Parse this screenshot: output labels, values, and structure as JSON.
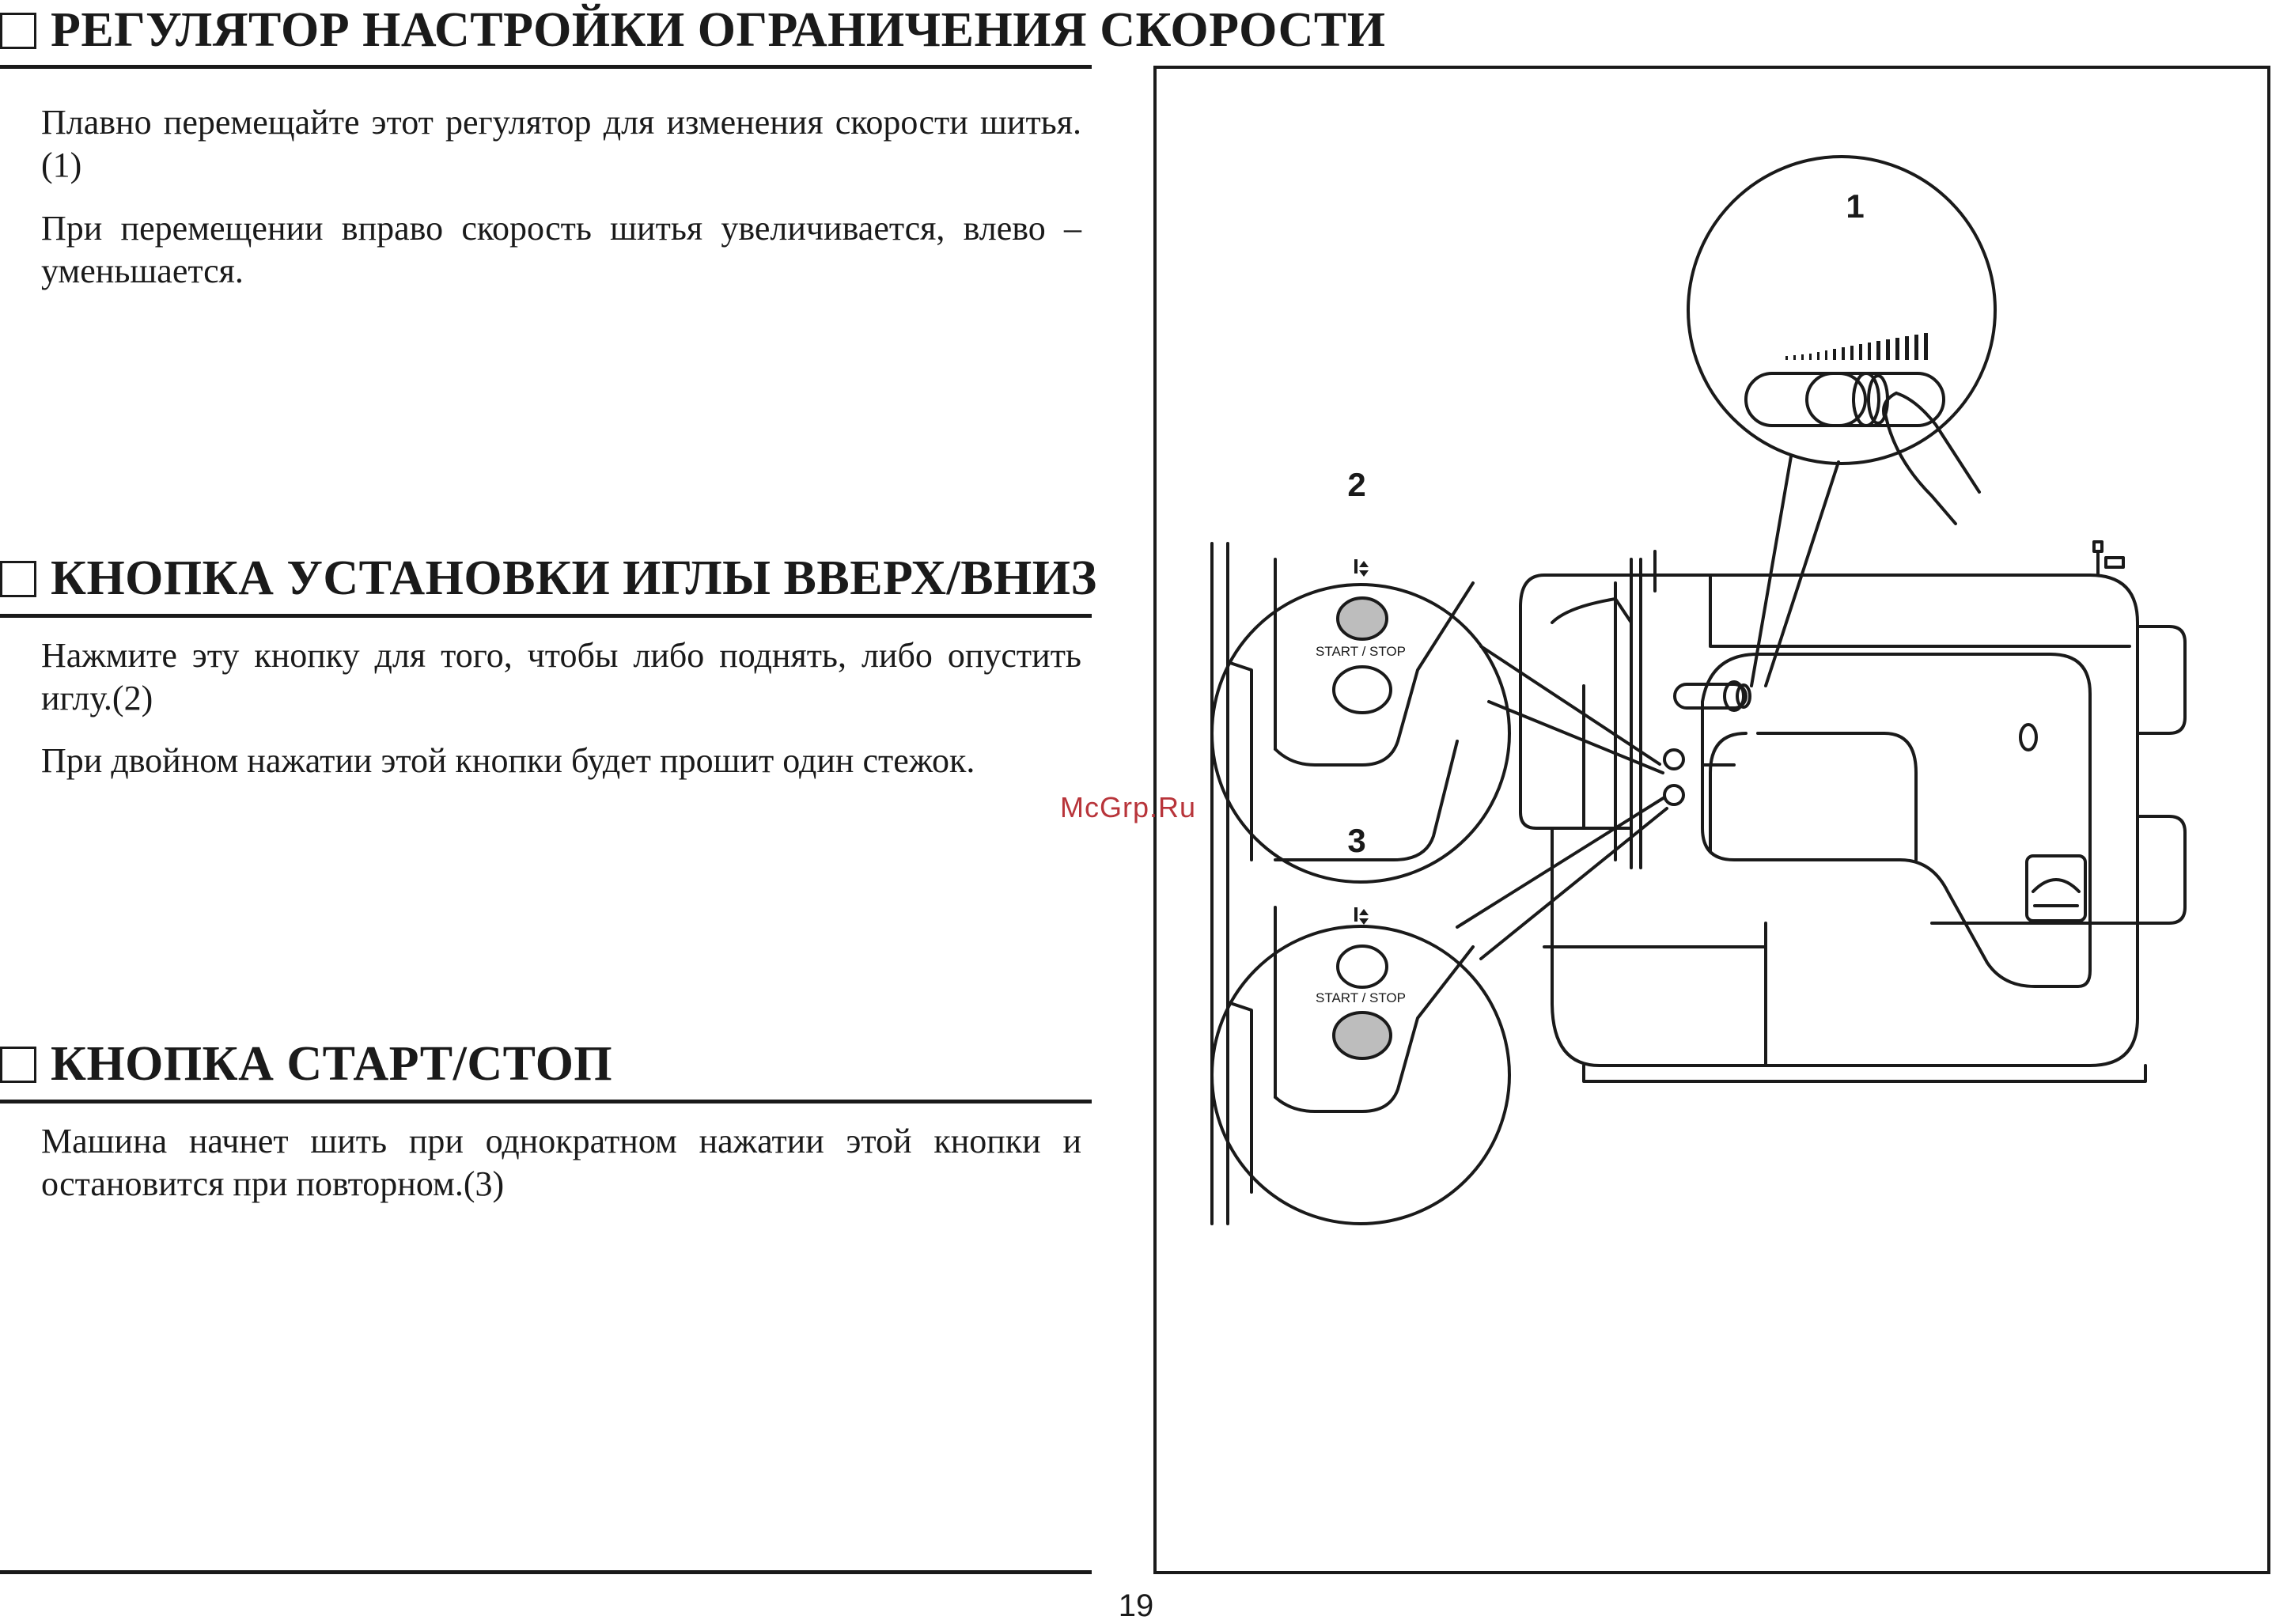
{
  "sections": [
    {
      "title": "РЕГУЛЯТОР НАСТРОЙКИ ОГРАНИЧЕНИЯ СКОРОСТИ",
      "paragraphs": [
        "Плавно перемещайте этот регулятор для изменения скорости шитья.(1)",
        "При перемещении вправо скорость шитья увеличивается, влево – уменьшается."
      ]
    },
    {
      "title": "КНОПКА УСТАНОВКИ ИГЛЫ  ВВЕРХ/ВНИЗ",
      "paragraphs": [
        "Нажмите эту кнопку для того, чтобы либо поднять, либо опустить иглу.(2)",
        "При двойном нажатии этой кнопки будет прошит один стежок."
      ]
    },
    {
      "title": "КНОПКА СТАРТ/СТОП",
      "paragraphs": [
        "Машина начнет шить при однократном нажатии этой кнопки и остановится при повторном.(3)"
      ]
    }
  ],
  "figure": {
    "callouts": [
      "1",
      "2",
      "3"
    ],
    "button_label": "START / STOP",
    "icons": [
      "speed-slider-icon",
      "needle-updown-icon",
      "finger-icon",
      "sewing-machine-icon"
    ]
  },
  "watermark": "McGrp.Ru",
  "page_number": "19"
}
